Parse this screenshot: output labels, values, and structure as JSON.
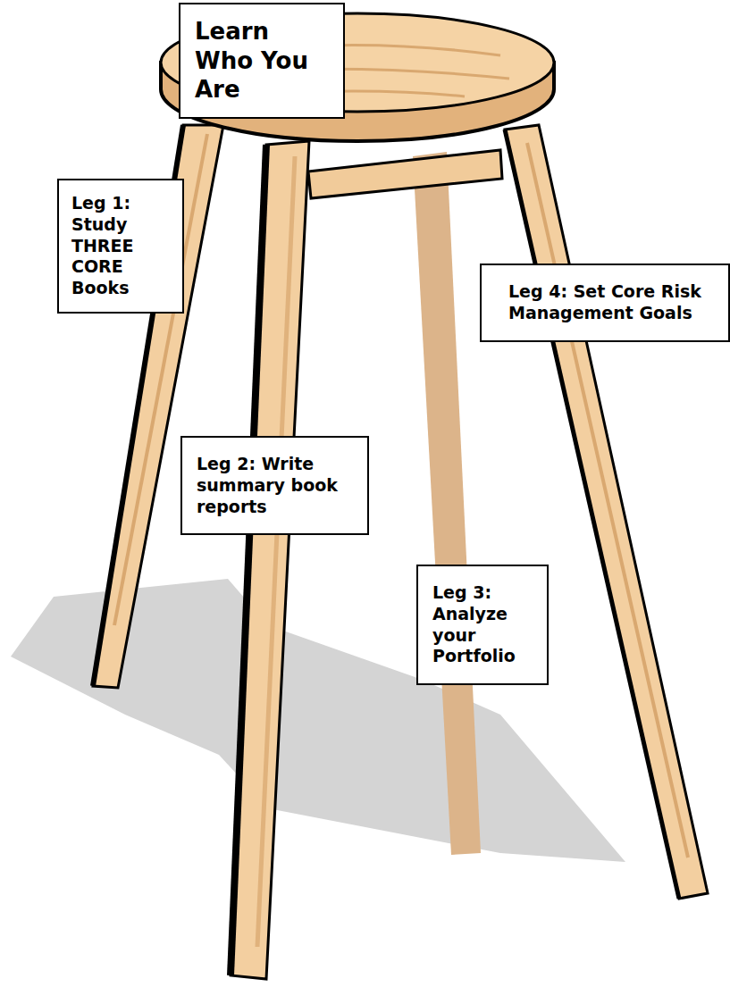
{
  "diagram": {
    "nodes": [
      {
        "text": [
          "Learn Who You Are"
        ]
      },
      {
        "text": [
          "Leg 1: Study THREE CORE Books"
        ]
      },
      {
        "text": [
          "Leg 4: Set Core Risk Management Goals"
        ]
      },
      {
        "text": [
          "Leg 2: Write summary book reports"
        ]
      },
      {
        "text": [
          "Leg 3: Analyze your Portfolio"
        ]
      }
    ]
  }
}
